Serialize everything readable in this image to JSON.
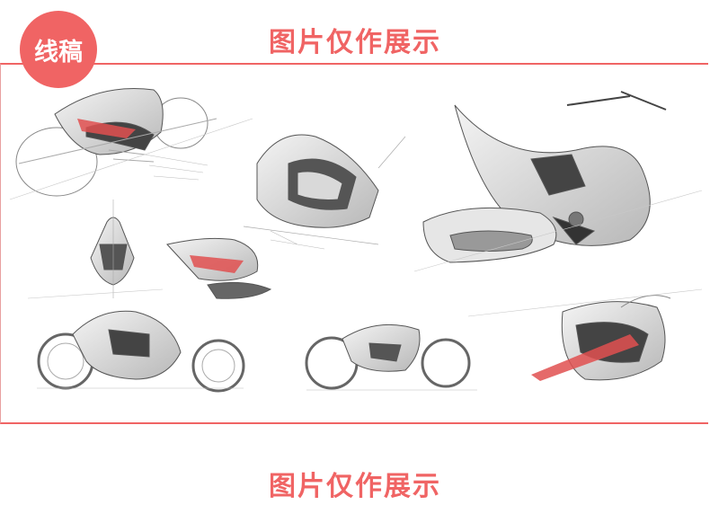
{
  "badge": {
    "label": "线稿"
  },
  "header": {
    "title": "图片仅作展示"
  },
  "footer": {
    "title": "图片仅作展示"
  },
  "colors": {
    "accent": "#f06464",
    "sketch_red": "#e05050"
  }
}
